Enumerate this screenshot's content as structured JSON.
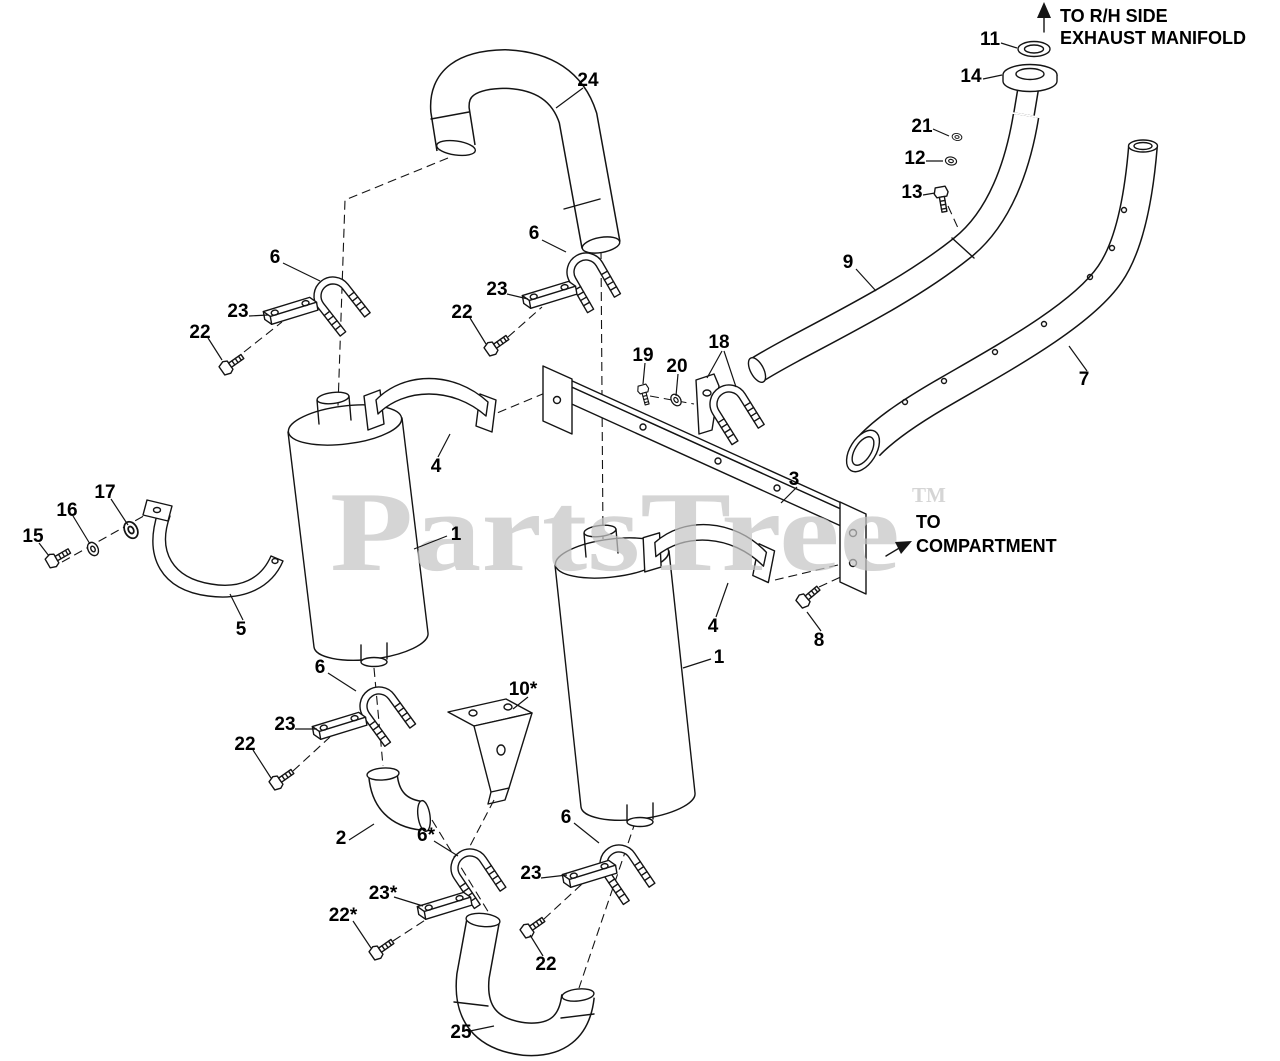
{
  "page": {
    "background": "#ffffff",
    "line_color": "#141414",
    "watermark_color": "#c5c5c5"
  },
  "watermark": {
    "text": "PartsTree",
    "trademark": "TM"
  },
  "annotations": {
    "manifold": {
      "line1": "TO R/H SIDE",
      "line2": "EXHAUST MANIFOLD"
    },
    "compartment": {
      "line1": "TO",
      "line2": "COMPARTMENT"
    }
  },
  "labels": [
    "24",
    "11",
    "14",
    "21",
    "12",
    "13",
    "9",
    "7",
    "6",
    "23",
    "22",
    "6",
    "23",
    "22",
    "19",
    "20",
    "18",
    "3",
    "4",
    "1",
    "17",
    "16",
    "15",
    "5",
    "4",
    "8",
    "1",
    "6",
    "23",
    "22",
    "10*",
    "2",
    "6*",
    "23*",
    "22*",
    "6",
    "23",
    "22",
    "25"
  ]
}
